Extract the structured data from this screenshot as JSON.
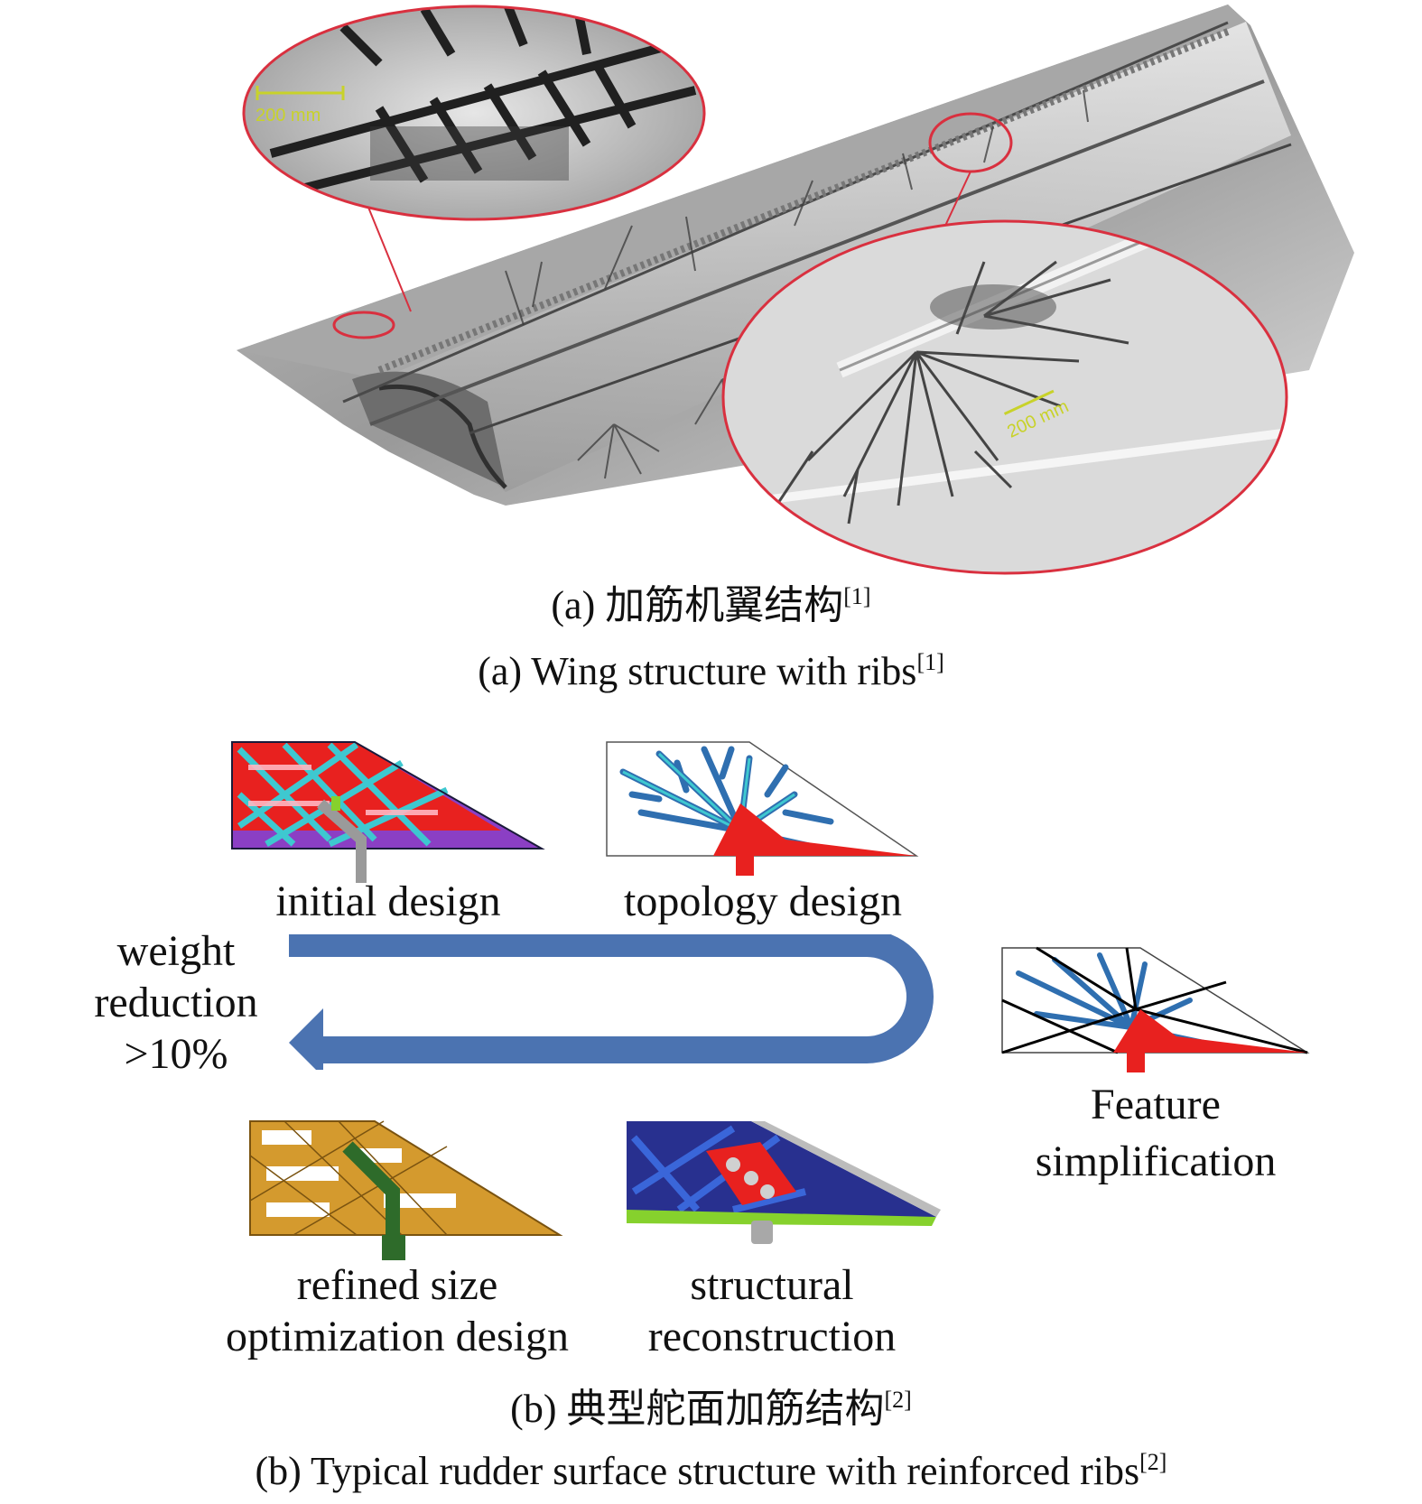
{
  "figure_a": {
    "caption_cn": "(a) 加筋机翼结构",
    "caption_en": "(a) Wing structure with ribs",
    "ref": "[1]",
    "scale_bar_top": "200 mm",
    "scale_bar_bottom": "200 mm"
  },
  "figure_b": {
    "caption_cn": "(b) 典型舵面加筋结构",
    "caption_en": "(b) Typical rudder surface structure with reinforced ribs",
    "ref": "[2]",
    "stages": {
      "initial": "initial design",
      "topology": "topology design",
      "feature_line1": "Feature",
      "feature_line2": "simplification",
      "refined_line1": "refined size",
      "refined_line2": "optimization design",
      "structural_line1": "structural",
      "structural_line2": "reconstruction"
    },
    "weight_line1": "weight",
    "weight_line2": "reduction",
    "weight_line3": ">10%"
  },
  "colors": {
    "flow_arrow": "#4b73b1",
    "callout_ring": "#d9303f",
    "scale_bar": "#c8d22a",
    "fem_red": "#e8211f",
    "fem_cyan": "#3ec8d0",
    "fem_purple": "#8b3fc4",
    "fem_orange": "#d49a2e",
    "fem_navy": "#28308f",
    "fem_green": "#86d12d"
  }
}
